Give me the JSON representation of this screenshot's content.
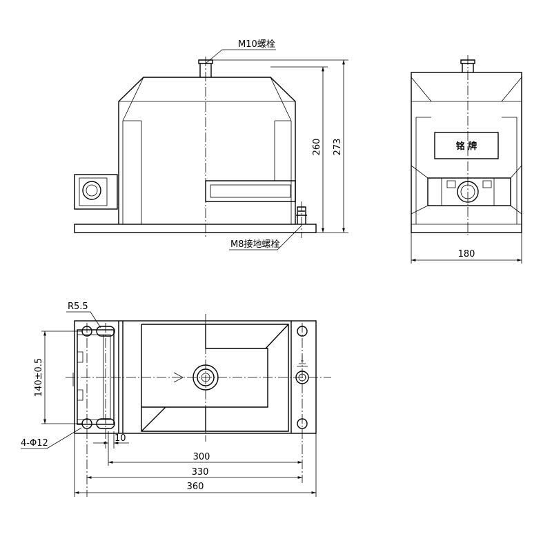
{
  "front_view": {
    "bolt_label": "M10螺栓",
    "ground_bolt_label": "M8接地螺栓",
    "height_inner": "260",
    "height_total": "273"
  },
  "side_view": {
    "nameplate": "铭  牌",
    "width": "180"
  },
  "plan_view": {
    "slot_radius": "R5.5",
    "hole_spacing": "140±0.5",
    "holes": "4-Φ12",
    "slot_length": "10",
    "dim_300": "300",
    "dim_330": "330",
    "dim_360": "360"
  }
}
